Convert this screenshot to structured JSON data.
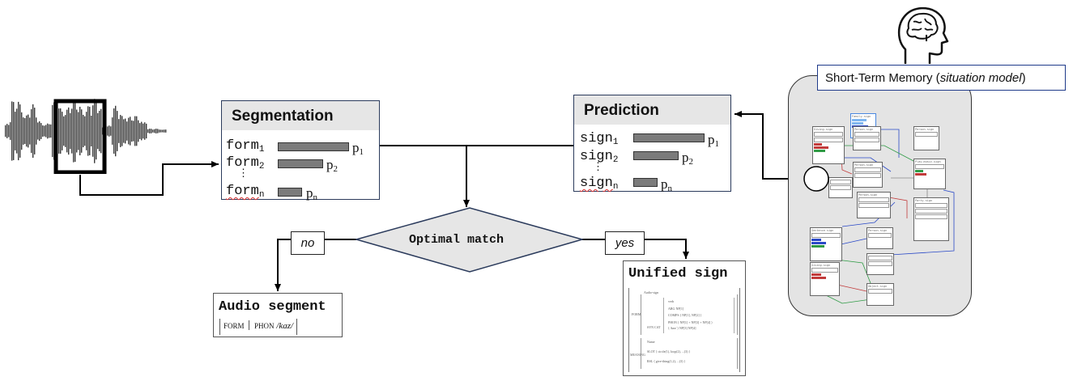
{
  "segmentation": {
    "title": "Segmentation",
    "rows": [
      {
        "base": "form",
        "sub": "1",
        "p": "p",
        "psub": "1"
      },
      {
        "base": "form",
        "sub": "2",
        "p": "p",
        "psub": "2"
      },
      {
        "base": "form",
        "sub": "n",
        "p": "p",
        "psub": "n"
      }
    ],
    "ellipsis": "⋮"
  },
  "prediction": {
    "title": "Prediction",
    "rows": [
      {
        "base": "sign",
        "sub": "1",
        "p": "p",
        "psub": "1"
      },
      {
        "base": "sign",
        "sub": "2",
        "p": "p",
        "psub": "2"
      },
      {
        "base": "sign",
        "sub": "n",
        "p": "p",
        "psub": "n"
      }
    ],
    "ellipsis": "⋮"
  },
  "decision": {
    "label": "Optimal match",
    "no": "no",
    "yes": "yes"
  },
  "audio_segment": {
    "title": "Audio segment",
    "avm_attr": "FORM",
    "avm_sub": "PHON",
    "avm_value": "/kaz/"
  },
  "unified_sign": {
    "title": "Unified sign",
    "form_label": "FORM",
    "meaning_label": "MEANING",
    "lines": [
      "Audio-sign",
      "SYN   CAT",
      "verb",
      "ARG NP[1]",
      "COMPS ⟨ NP[1], NP[2] ⟩",
      "PHON ⟨ NP[1] + NP[3] + NP[4] ⟩",
      "⟨ /kaz/ ⟩ NP[3] NP[4]",
      "Name",
      "SLOT ⟨ circle(1), loop(2), ...(3) ⟩",
      "RSL  ⟨ give-thing(1,2), ...(3) ⟩"
    ]
  },
  "stm": {
    "title_plain": "Short-Term Memory (",
    "title_italic": "situation model",
    "title_close": ")",
    "nodes": [
      {
        "label": "Family-sign"
      },
      {
        "label": "Giving-sign"
      },
      {
        "label": "Person-sign"
      },
      {
        "label": "Person-sign"
      },
      {
        "label": "Play-music-sign"
      },
      {
        "label": "Person-sign"
      },
      {
        "label": "Party-sign"
      },
      {
        "label": "Sentence-sign"
      },
      {
        "label": "Person-sign"
      },
      {
        "label": "Person-sign"
      },
      {
        "label": "Giving-sign"
      },
      {
        "label": "Object-sign"
      }
    ]
  }
}
